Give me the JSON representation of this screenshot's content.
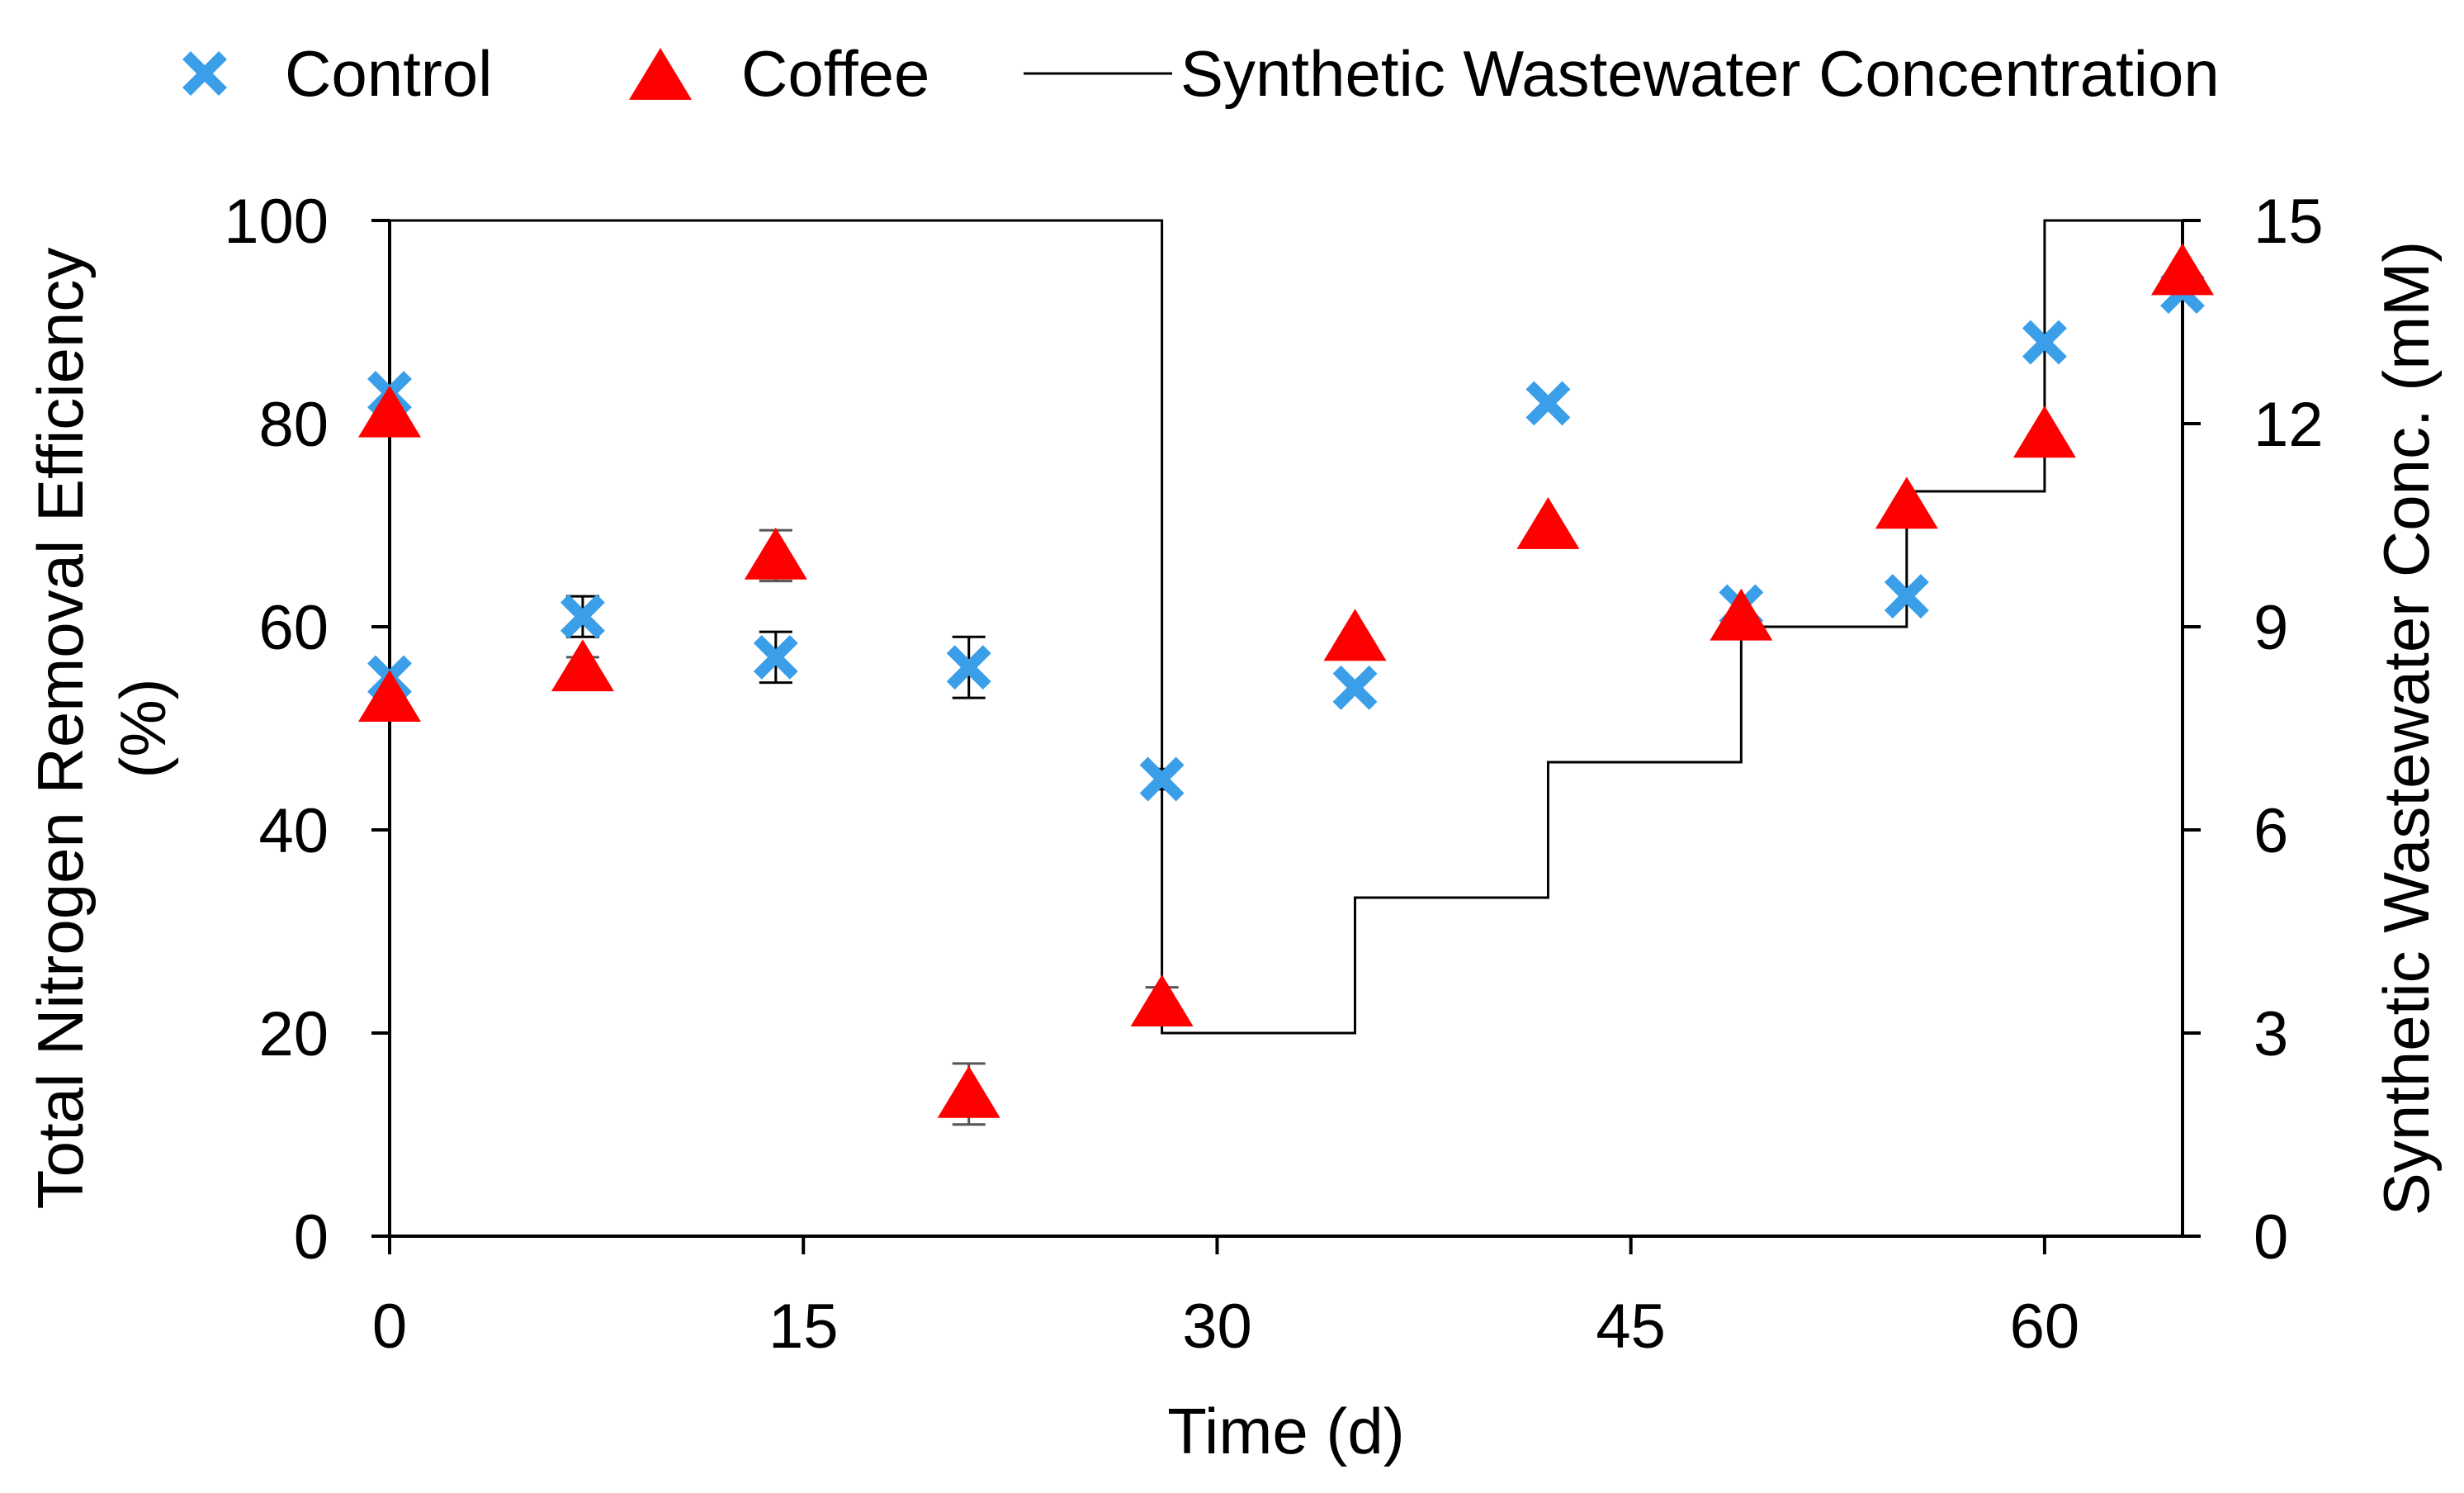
{
  "chart_data": {
    "type": "scatter",
    "title": "",
    "xlabel": "Time (d)",
    "ylabel": "Total Nitrogen Removal Efficiency (%)",
    "ylabel_lines": [
      "Total Nitrogen Removal Efficiency",
      "(%)"
    ],
    "y2label": "Synthetic Wastewater Conc. (mM)",
    "xlim": [
      0,
      65
    ],
    "ylim": [
      0,
      100
    ],
    "y2lim": [
      0,
      15
    ],
    "xticks": [
      0,
      15,
      30,
      45,
      60
    ],
    "yticks": [
      0,
      20,
      40,
      60,
      80,
      100
    ],
    "y2ticks": [
      0,
      3,
      6,
      9,
      12,
      15
    ],
    "grid": false,
    "legend_position": "top",
    "legend": [
      "Control",
      "Coffee",
      "Synthetic Wastewater Concentration"
    ],
    "series": [
      {
        "name": "Control",
        "marker": "x",
        "color": "#3a9ee8",
        "axis": "left",
        "x": [
          0,
          7,
          14,
          21,
          28,
          35,
          42,
          49,
          55,
          60,
          65
        ],
        "y": [
          83,
          61,
          57,
          56,
          45,
          54,
          82,
          62,
          63,
          88,
          93
        ],
        "error": [
          0,
          2,
          2.5,
          3,
          1,
          0,
          0,
          0,
          0,
          0,
          0
        ]
      },
      {
        "name": "Coffee",
        "marker": "triangle",
        "color": "#ff0000",
        "axis": "left",
        "x": [
          0,
          0,
          7,
          14,
          21,
          28,
          35,
          42,
          49,
          55,
          60,
          65
        ],
        "y": [
          81,
          53,
          56,
          67,
          14,
          23,
          59,
          70,
          61,
          72,
          79,
          95
        ],
        "error": [
          0,
          0,
          1,
          2.5,
          3,
          1.5,
          0,
          0,
          0,
          0,
          0,
          0
        ]
      },
      {
        "name": "Synthetic Wastewater Concentration",
        "type": "step",
        "color": "#000000",
        "axis": "right",
        "x": [
          0,
          28,
          28,
          35,
          35,
          42,
          42,
          49,
          49,
          55,
          55,
          60,
          60,
          65
        ],
        "y": [
          15,
          15,
          3,
          3,
          5,
          5,
          7,
          7,
          9,
          9,
          11,
          11,
          15,
          15
        ]
      }
    ]
  },
  "extra_points": {
    "control_overlap_at_zero": {
      "x": 0,
      "y": 55
    }
  },
  "colors": {
    "control": "#3a9ee8",
    "coffee": "#ff0000",
    "line": "#000000"
  }
}
